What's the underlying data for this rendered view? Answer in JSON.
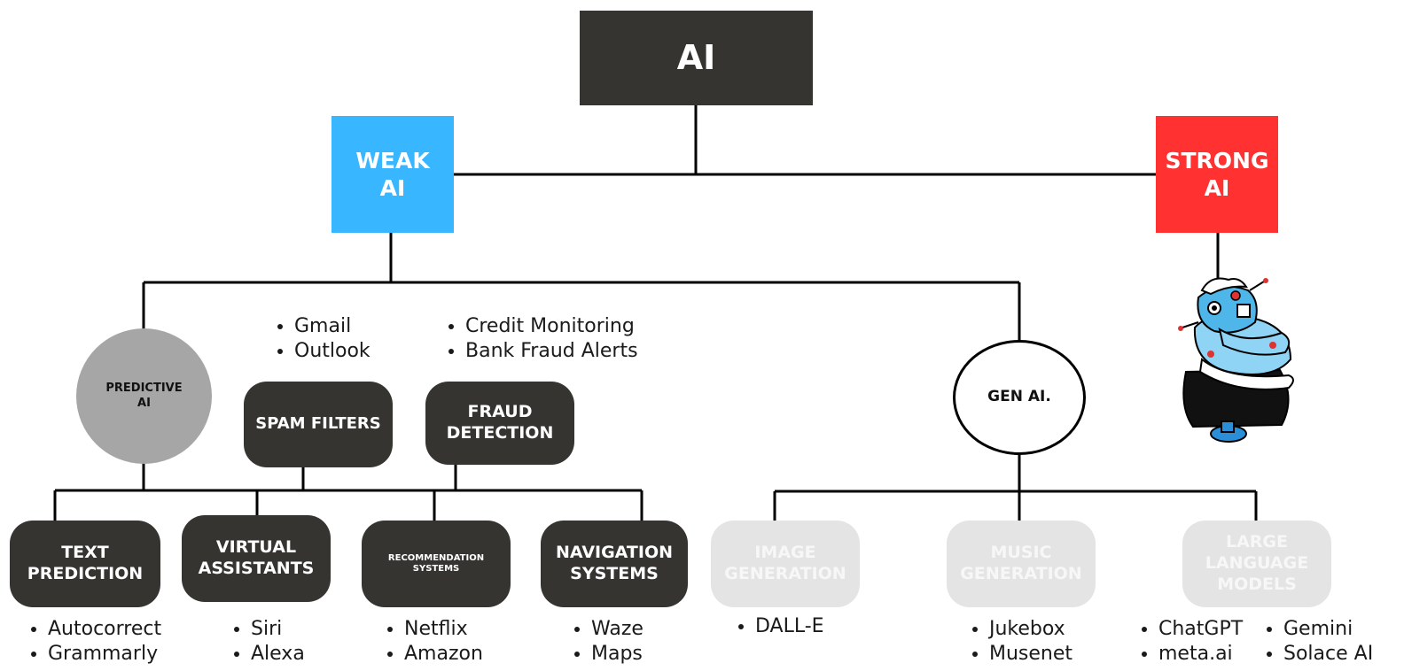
{
  "root": {
    "label": "AI"
  },
  "weak_ai": {
    "label": "WEAK\nAI",
    "color": "#38b6ff"
  },
  "strong_ai": {
    "label": "STRONG\nAI",
    "color": "#ff3131"
  },
  "robot": {
    "icon": "robot-maid-icon"
  },
  "predictive_ai": {
    "label": "PREDICTIVE\nAI",
    "color": "#a6a6a6"
  },
  "spam_filters": {
    "label": "SPAM FILTERS",
    "examples": [
      "Gmail",
      "Outlook"
    ]
  },
  "fraud_detection": {
    "label": "FRAUD\nDETECTION",
    "examples": [
      "Credit Monitoring",
      "Bank Fraud Alerts"
    ]
  },
  "gen_ai": {
    "label": "GEN AI."
  },
  "weak_leaves": [
    {
      "label": "TEXT\nPREDICTION",
      "examples": [
        "Autocorrect",
        "Grammarly"
      ]
    },
    {
      "label": "VIRTUAL\nASSISTANTS",
      "examples": [
        "Siri",
        "Alexa"
      ]
    },
    {
      "label": "RECOMMENDATION\nSYSTEMS",
      "examples": [
        "Netflix",
        "Amazon"
      ]
    },
    {
      "label": "NAVIGATION\nSYSTEMS",
      "examples": [
        "Waze",
        "Maps"
      ]
    }
  ],
  "gen_leaves": [
    {
      "label": "IMAGE\nGENERATION",
      "examples": [
        "DALL-E"
      ]
    },
    {
      "label": "MUSIC\nGENERATION",
      "examples": [
        "Jukebox",
        "Musenet"
      ]
    },
    {
      "label": "LARGE\nLANGUAGE\nMODELS",
      "examples": [
        "ChatGPT",
        "meta.ai"
      ],
      "examples_2": [
        "Gemini",
        "Solace AI"
      ]
    }
  ]
}
